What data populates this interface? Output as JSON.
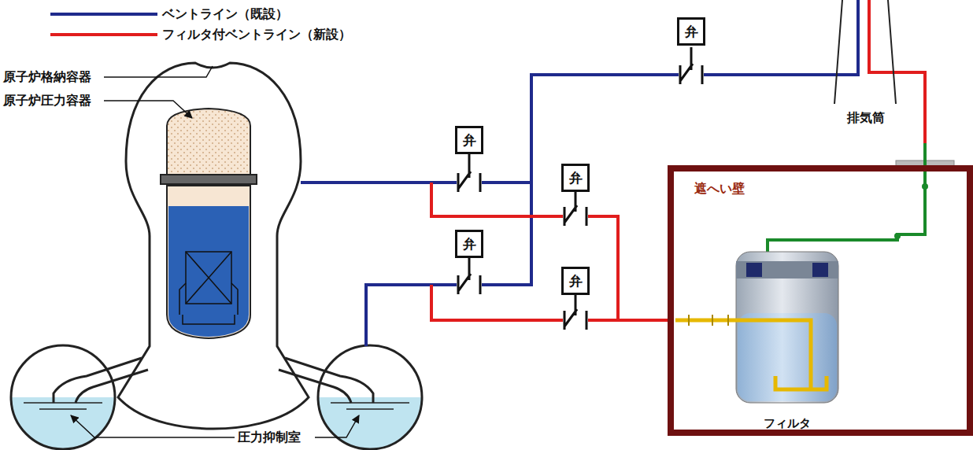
{
  "diagram": {
    "nodes": [
      {
        "text": [
          "弁"
        ]
      },
      {
        "text": [
          "弁"
        ]
      },
      {
        "text": [
          "弁"
        ]
      },
      {
        "text": [
          "弁"
        ]
      },
      {
        "text": [
          "弁"
        ]
      },
      {
        "text": [
          "遮へい壁"
        ]
      },
      {
        "text": [
          "フィルタ"
        ],
        "in": 5
      }
    ],
    "labels": [
      "原子炉格納容器",
      "原子炉圧力容器",
      "排気筒",
      "圧力抑制室"
    ],
    "legend": [
      {
        "text": "ベントライン（既設）"
      },
      {
        "text": "フィルタ付ベントライン（新設）"
      }
    ]
  }
}
